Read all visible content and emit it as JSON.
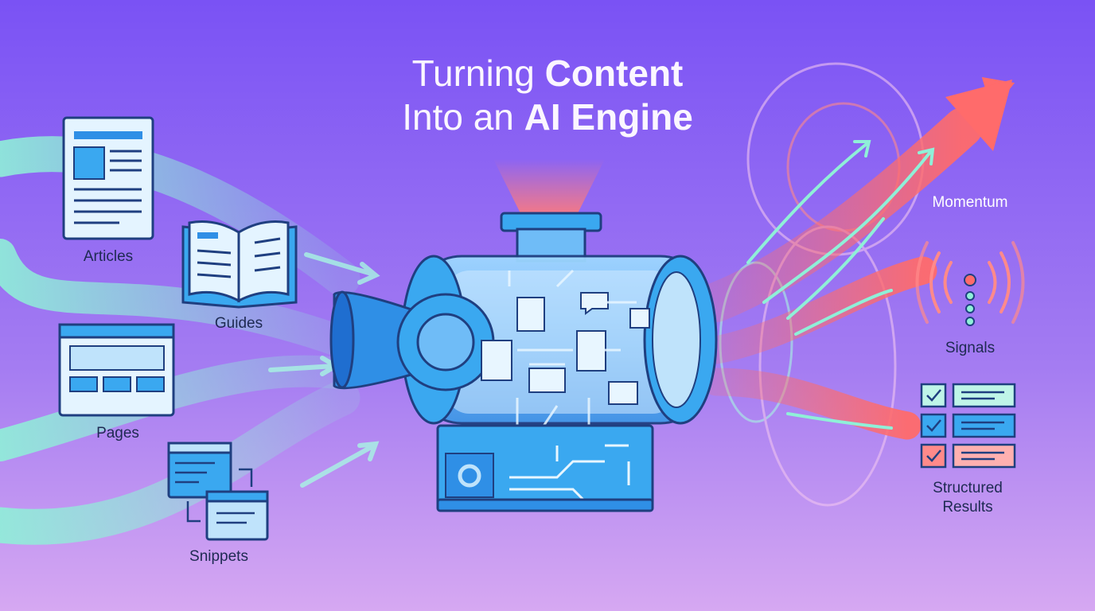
{
  "title": {
    "line1_a": "Turning ",
    "line1_b": "Content",
    "line2_a": "Into an ",
    "line2_b": "AI Engine"
  },
  "inputs": {
    "articles": "Articles",
    "guides": "Guides",
    "pages": "Pages",
    "snippets": "Snippets"
  },
  "outputs": {
    "momentum": "Momentum",
    "signals": "Signals",
    "structured_results_line1": "Structured",
    "structured_results_line2": "Results"
  },
  "colors": {
    "bg_top": "#7a52f4",
    "bg_bottom": "#d6a8f2",
    "teal": "#8ff0d8",
    "blue": "#3aa8f0",
    "red": "#ff6b6b"
  }
}
